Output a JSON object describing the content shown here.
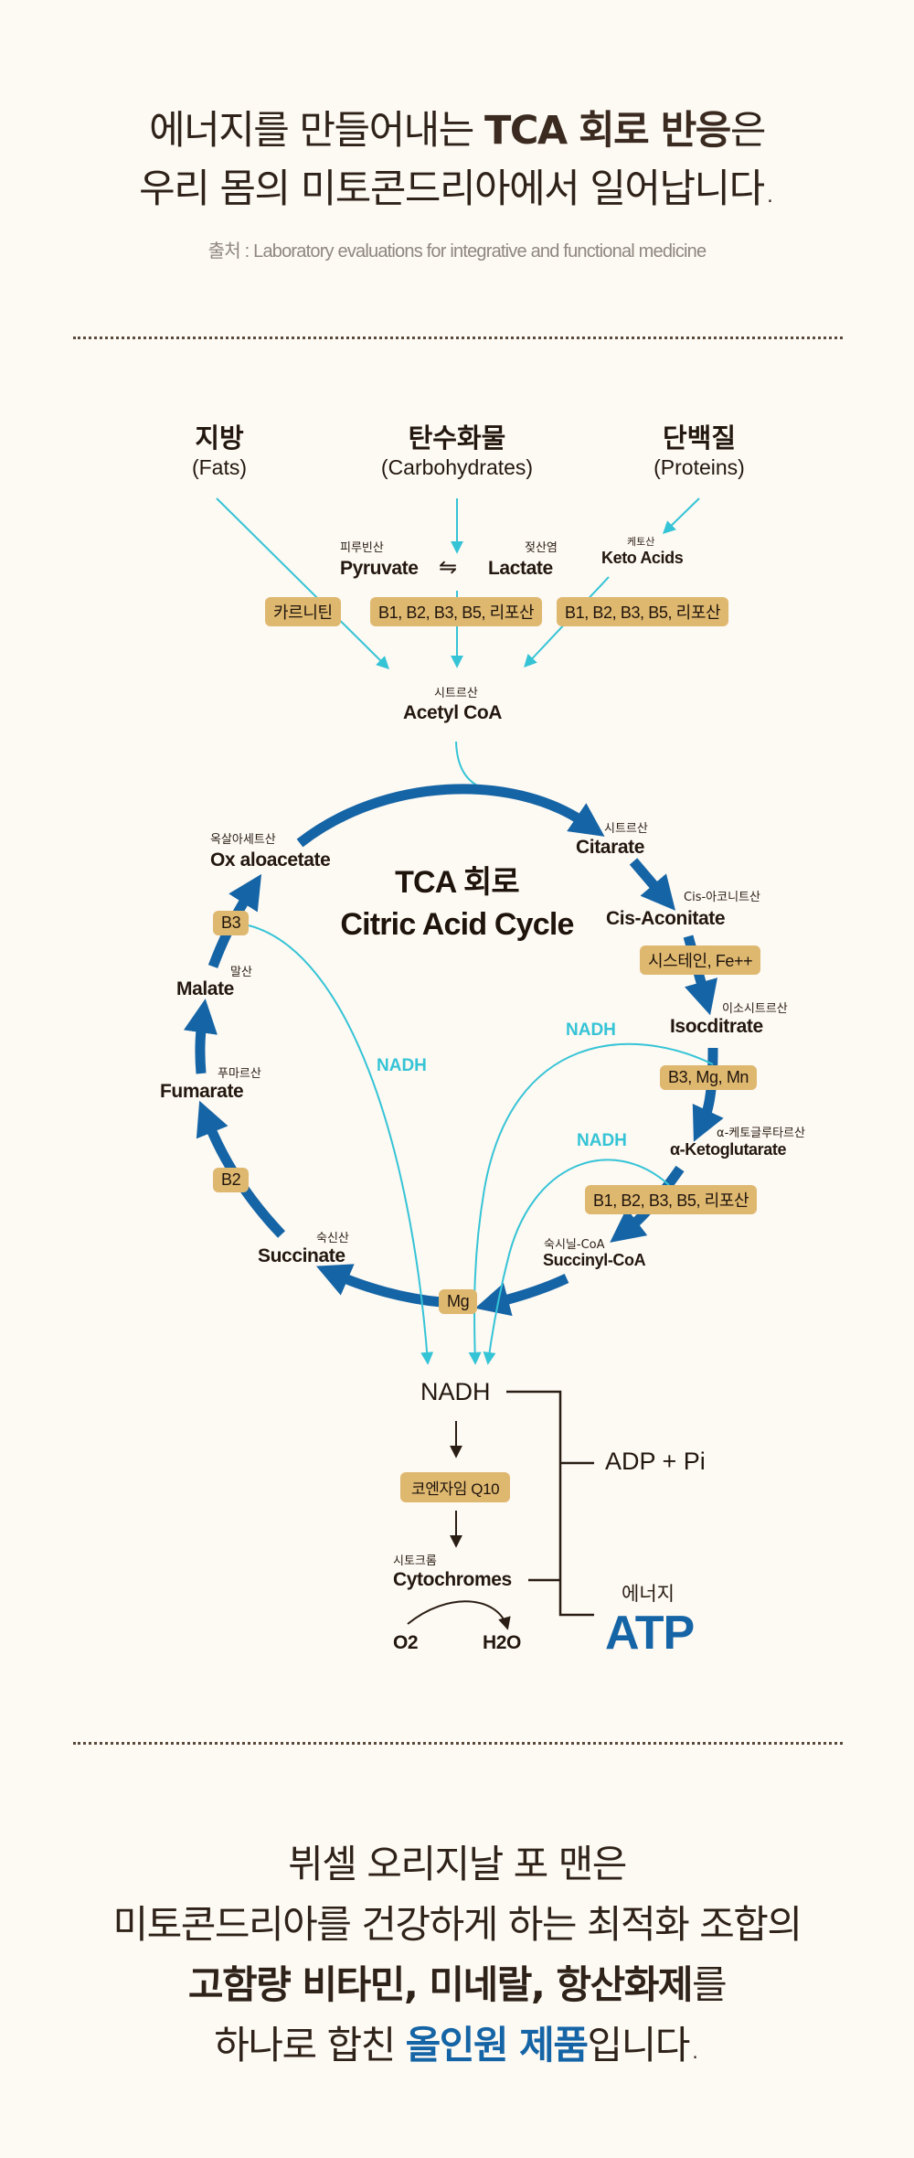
{
  "header": {
    "line1_pre": "에너지를 만들어내는 ",
    "line1_bold": "TCA 회로 반응",
    "line1_post": "은",
    "line2": "우리 몸의 미토콘드리아에서 일어납니다.",
    "source": "출처 :  Laboratory evaluations for integrative and functional medicine"
  },
  "colors": {
    "background": "#fdf9f3",
    "text": "#2a1e14",
    "cycle_arrow": "#1565a6",
    "nadh_line": "#35c4d6",
    "badge": "#dfb870",
    "accent": "#1565a6"
  },
  "sources": [
    {
      "ko": "지방",
      "en": "(Fats)"
    },
    {
      "ko": "탄수화물",
      "en": "(Carbohydrates)"
    },
    {
      "ko": "단백질",
      "en": "(Proteins)"
    }
  ],
  "intermediates": {
    "pyruvate": {
      "ko": "피루빈산",
      "en": "Pyruvate"
    },
    "lactate": {
      "ko": "젖산염",
      "en": "Lactate"
    },
    "keto": {
      "ko": "케토산",
      "en": "Keto Acids"
    },
    "equilibrium_symbol": "⇋",
    "acetyl": {
      "ko": "시트르산",
      "en": "Acetyl CoA"
    }
  },
  "cofactors": {
    "carnitine": "카르니틴",
    "pdh": "B1, B2, B3, B5, 리포산",
    "keto": "B1, B2, B3, B5, 리포산",
    "aconitase": "시스테인, Fe++",
    "idh": "B3, Mg, Mn",
    "akgdh": "B1, B2, B3, B5, 리포산",
    "scs": "Mg",
    "sdh": "B2",
    "mdh": "B3",
    "coq10": "코엔자임 Q10"
  },
  "cycle": {
    "title_line1": "TCA 회로",
    "title_line2": "Citric Acid Cycle",
    "nodes": [
      {
        "ko": "시트르산",
        "en": "Citarate"
      },
      {
        "ko": "Cis-아코니트산",
        "en": "Cis-Aconitate"
      },
      {
        "ko": "이소시트르산",
        "en": "Isocditrate"
      },
      {
        "ko": "α-케토글루타르산",
        "en": "α-Ketoglutarate"
      },
      {
        "ko": "숙시닐-CoA",
        "en": "Succinyl-CoA"
      },
      {
        "ko": "숙신산",
        "en": "Succinate"
      },
      {
        "ko": "푸마르산",
        "en": "Fumarate"
      },
      {
        "ko": "말산",
        "en": "Malate"
      },
      {
        "ko": "옥살아세트산",
        "en": "Ox aloacetate"
      }
    ],
    "nadh_labels": [
      "NADH",
      "NADH",
      "NADH"
    ]
  },
  "etc": {
    "nadh": "NADH",
    "cyto": {
      "ko": "시토크롬",
      "en": "Cytochromes"
    },
    "o2": "O2",
    "h2o": "H2O",
    "adp": "ADP + Pi",
    "energy_ko": "에너지",
    "atp": "ATP"
  },
  "footer": {
    "line1": "뷔셀 오리지날 포 맨은",
    "line2": "미토콘드리아를 건강하게 하는 최적화 조합의",
    "line3_bold": "고함량 비타민, 미네랄, 항산화제",
    "line3_post": "를",
    "line4_pre": "하나로 합친 ",
    "line4_accent": "올인원 제품",
    "line4_post": "입니다."
  }
}
